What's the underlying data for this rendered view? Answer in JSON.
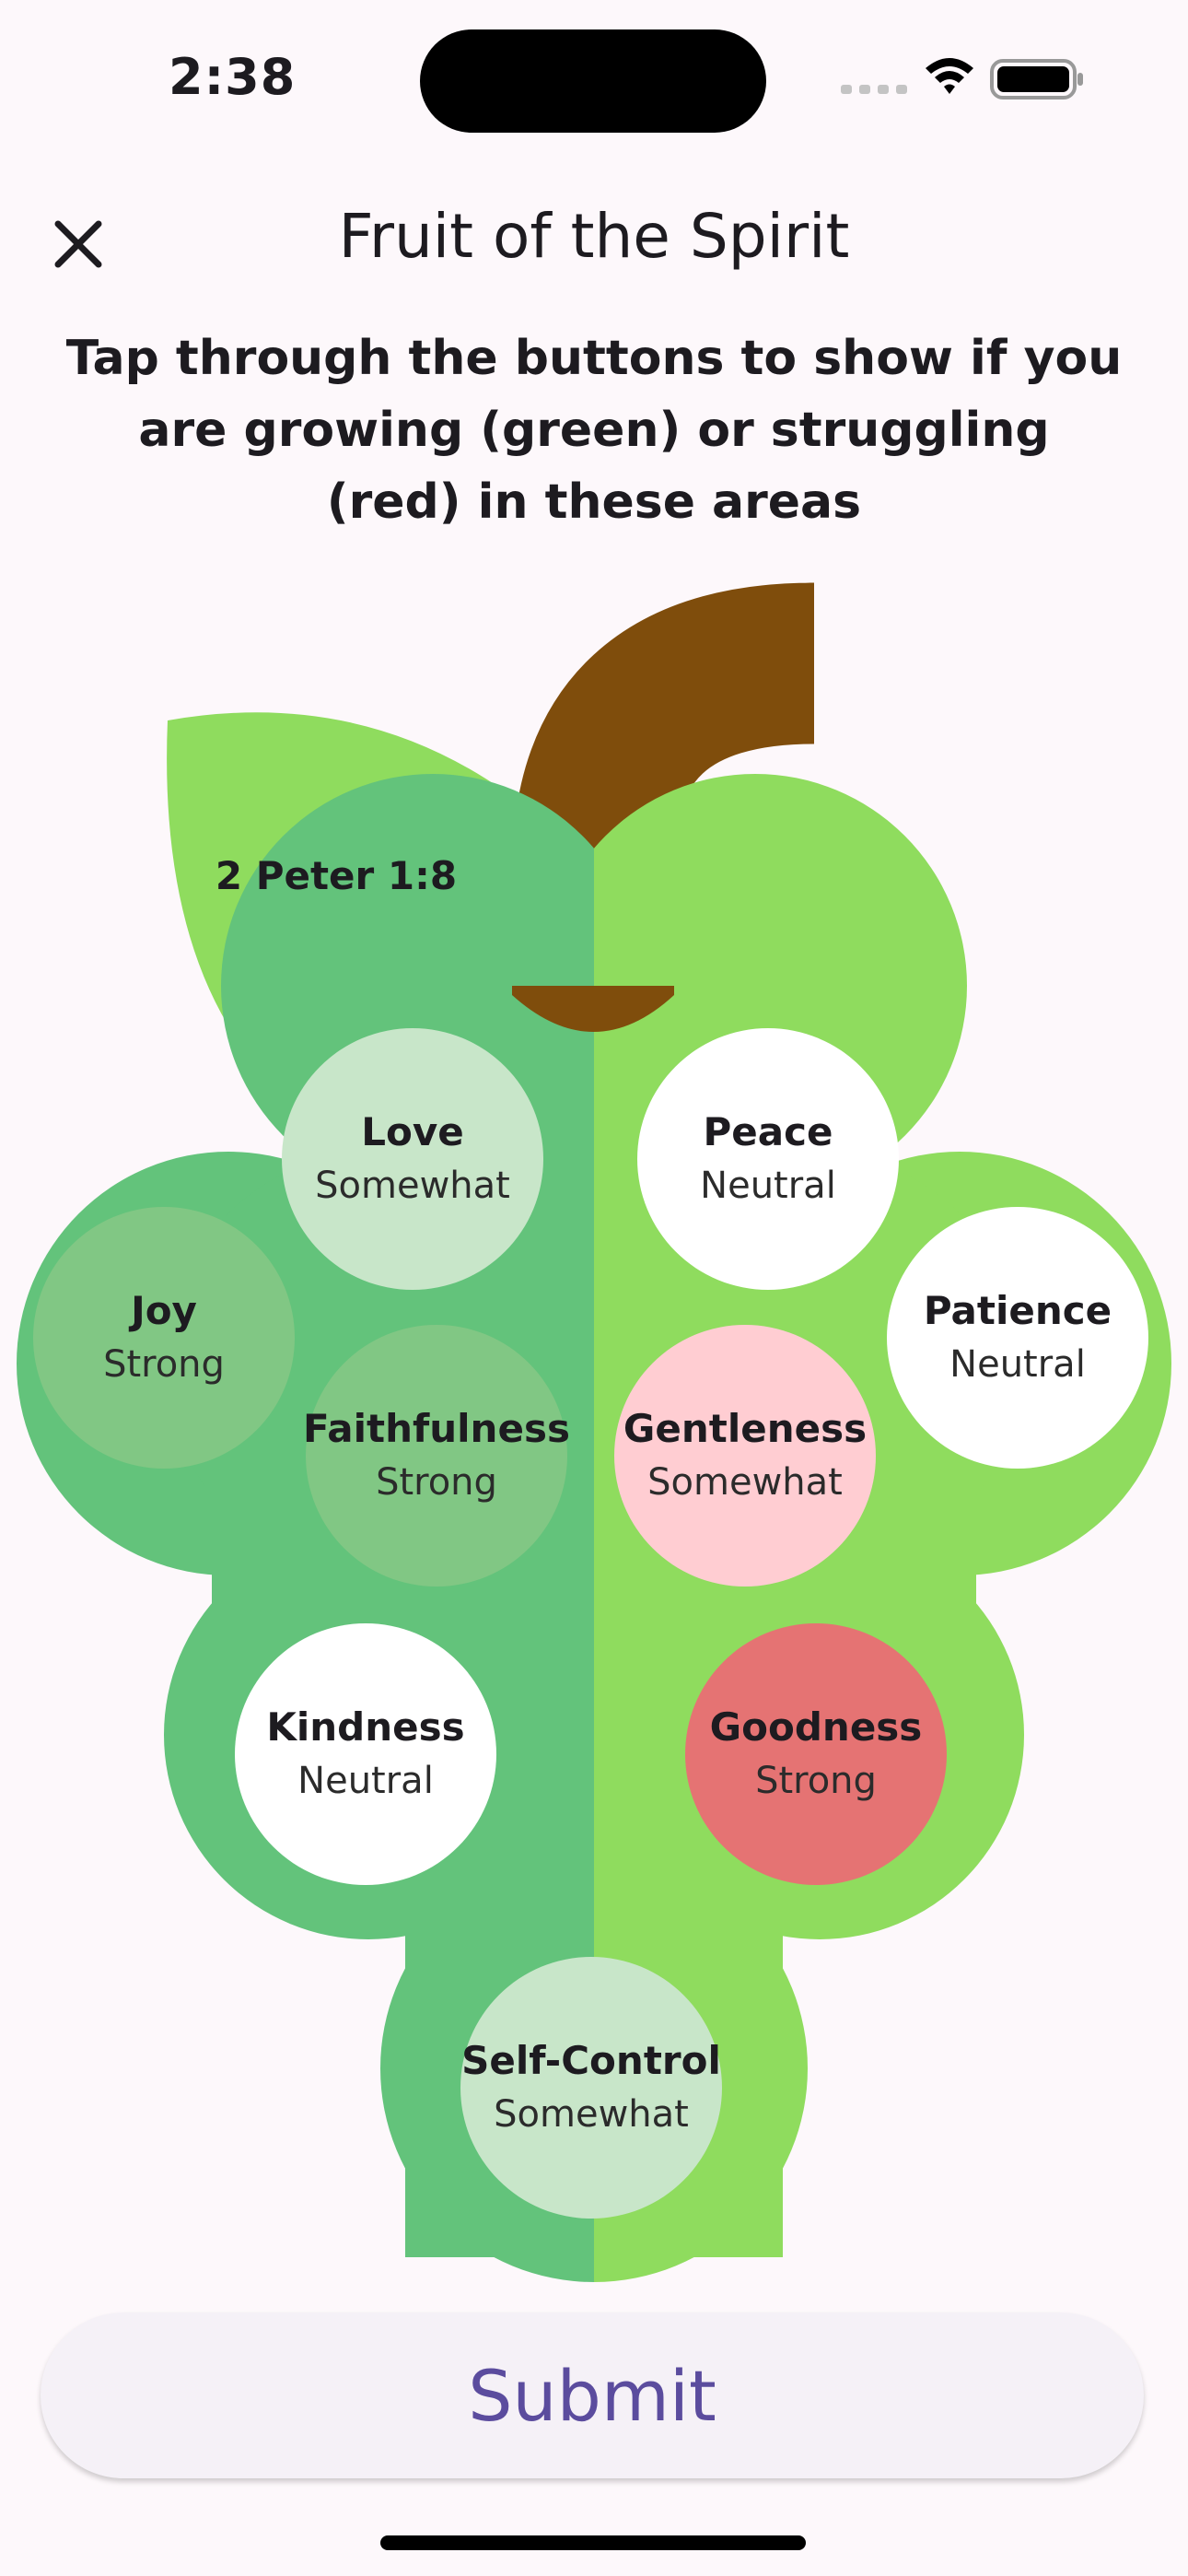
{
  "status_bar": {
    "time": "2:38",
    "icons": [
      "signal-icon",
      "wifi-icon",
      "battery-icon"
    ]
  },
  "header": {
    "title": "Fruit of the Spirit",
    "close_icon": "close-icon"
  },
  "instructions": "Tap through the buttons to show if you are growing (green) or struggling (red) in these areas",
  "leaf_label": "2 Peter 1:8",
  "colors": {
    "dark_green": "#63c37b",
    "light_green": "#8fdc5e",
    "stem_brown": "#7f4d0c",
    "strong_green": "#81c784",
    "somewhat_green": "#c8e6c9",
    "neutral": "#ffffff",
    "somewhat_red": "#ffcdd2",
    "strong_red": "#e57373",
    "accent_purple": "#5b4c9e"
  },
  "fruits": [
    {
      "name": "Love",
      "level": "Somewhat",
      "color": "#c8e6c9"
    },
    {
      "name": "Joy",
      "level": "Strong",
      "color": "#81c784"
    },
    {
      "name": "Faithfulness",
      "level": "Strong",
      "color": "#81c784"
    },
    {
      "name": "Kindness",
      "level": "Neutral",
      "color": "#ffffff"
    },
    {
      "name": "Self-Control",
      "level": "Somewhat",
      "color": "#c8e6c9"
    },
    {
      "name": "Peace",
      "level": "Neutral",
      "color": "#ffffff"
    },
    {
      "name": "Patience",
      "level": "Neutral",
      "color": "#ffffff"
    },
    {
      "name": "Gentleness",
      "level": "Somewhat",
      "color": "#ffcdd2"
    },
    {
      "name": "Goodness",
      "level": "Strong",
      "color": "#e57373"
    }
  ],
  "submit_label": "Submit"
}
